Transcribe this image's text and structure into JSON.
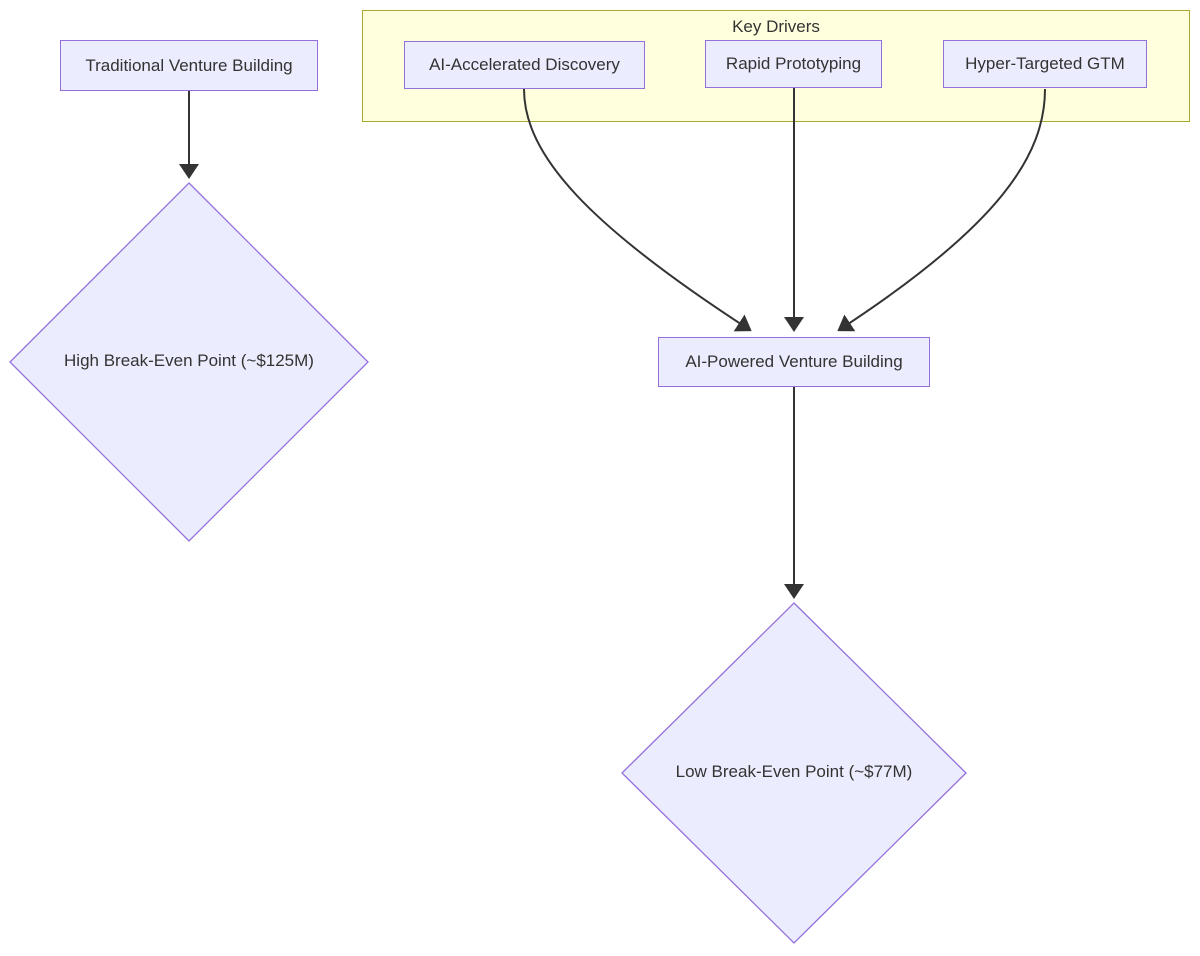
{
  "diagram": {
    "type": "flowchart",
    "subgraph": {
      "title": "Key Drivers"
    },
    "nodes": {
      "traditional": {
        "label": "Traditional Venture Building",
        "shape": "rect"
      },
      "high_break_even": {
        "label": "High Break-Even Point (~$125M)",
        "shape": "diamond"
      },
      "ai_discovery": {
        "label": "AI-Accelerated Discovery",
        "shape": "rect",
        "group": "Key Drivers"
      },
      "rapid_prototyping": {
        "label": "Rapid Prototyping",
        "shape": "rect",
        "group": "Key Drivers"
      },
      "hyper_gtm": {
        "label": "Hyper-Targeted GTM",
        "shape": "rect",
        "group": "Key Drivers"
      },
      "ai_powered": {
        "label": "AI-Powered Venture Building",
        "shape": "rect"
      },
      "low_break_even": {
        "label": "Low Break-Even Point (~$77M)",
        "shape": "diamond"
      }
    },
    "edges": [
      {
        "from": "Traditional Venture Building",
        "to": "High Break-Even Point (~$125M)"
      },
      {
        "from": "AI-Accelerated Discovery",
        "to": "AI-Powered Venture Building"
      },
      {
        "from": "Rapid Prototyping",
        "to": "AI-Powered Venture Building"
      },
      {
        "from": "Hyper-Targeted GTM",
        "to": "AI-Powered Venture Building"
      },
      {
        "from": "AI-Powered Venture Building",
        "to": "Low Break-Even Point (~$77M)"
      }
    ],
    "colors": {
      "node_fill": "#ECECFF",
      "node_border": "#9370DB",
      "subgraph_fill": "#FFFFDE",
      "subgraph_border": "#AAAA33",
      "edge": "#333333",
      "text": "#333333",
      "background": "#FFFFFF"
    }
  }
}
